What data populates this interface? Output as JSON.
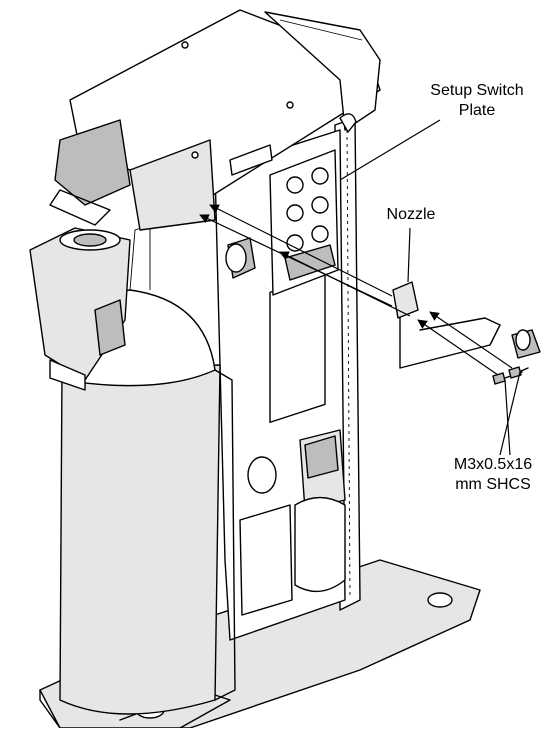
{
  "labels": {
    "setup_switch_plate": [
      "Setup Switch",
      "Plate"
    ],
    "nozzle": "Nozzle",
    "screws": [
      "M3x0.5x16",
      "mm SHCS"
    ]
  },
  "icons": {
    "machine": "printer-assembly-drawing",
    "arrows": "insertion-arrow"
  }
}
